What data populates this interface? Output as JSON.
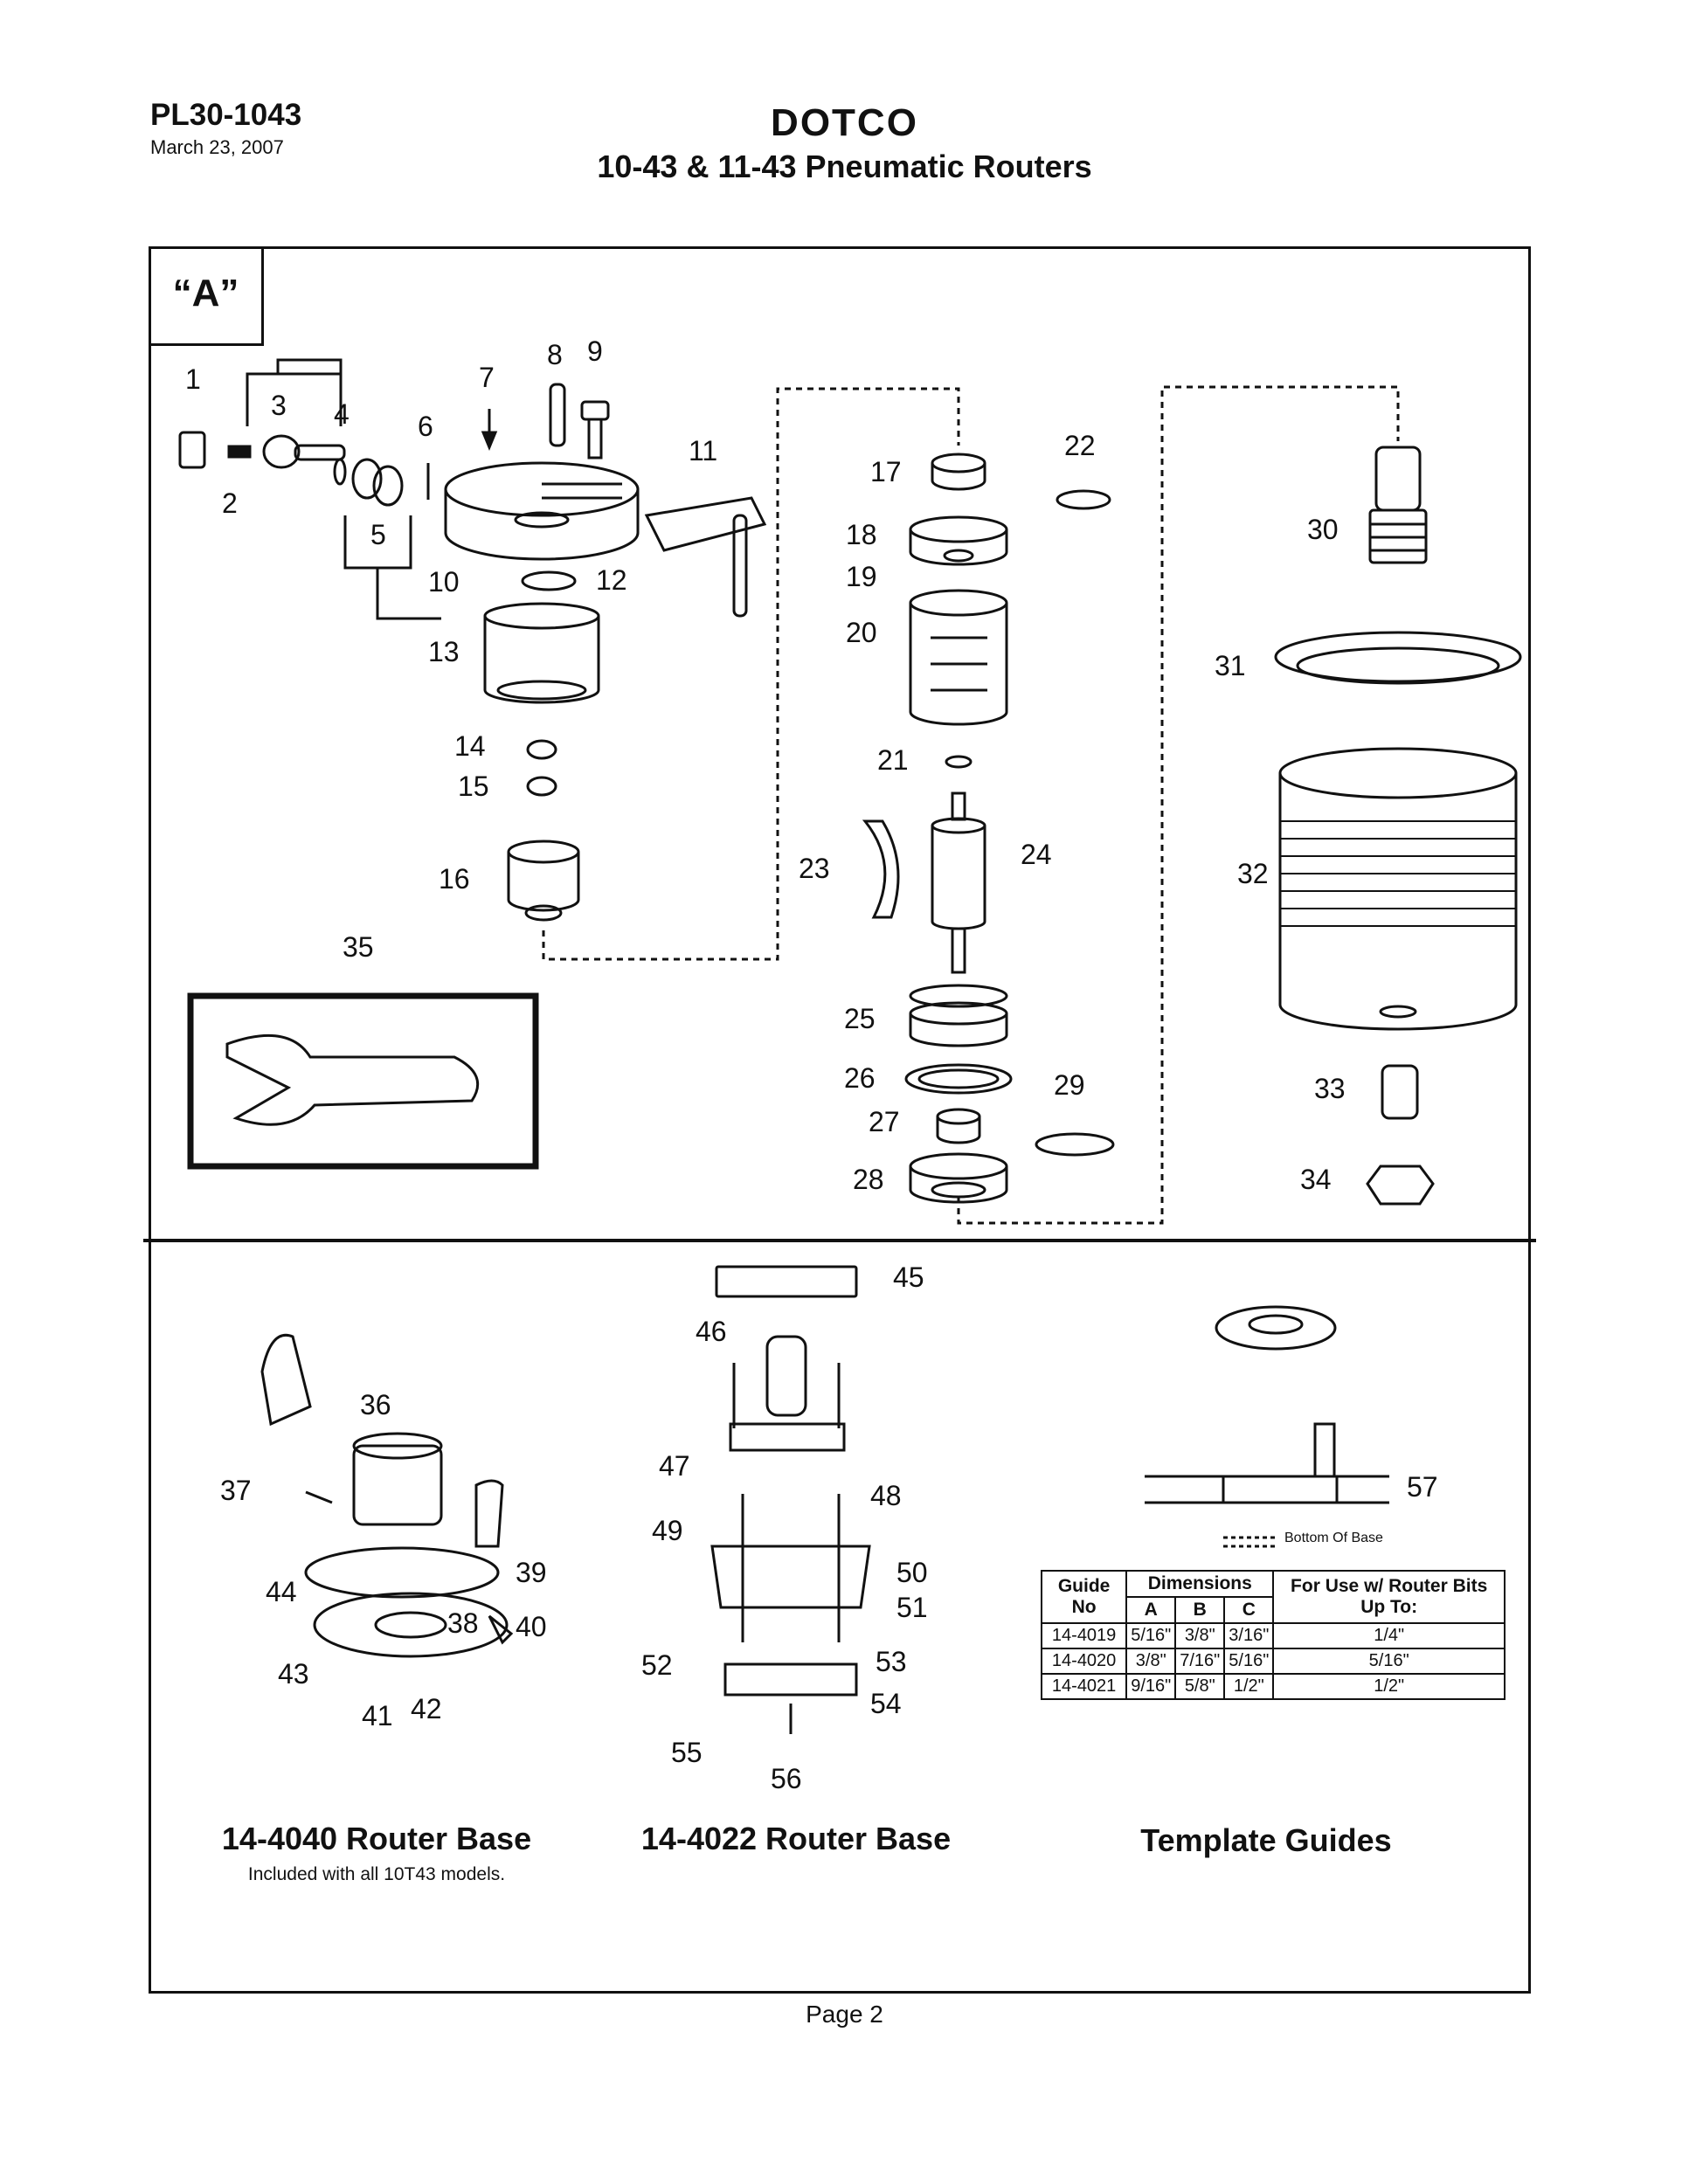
{
  "header": {
    "doc_number": "PL30-1043",
    "date": "March 23, 2007",
    "brand": "DOTCO",
    "title": "10-43 & 11-43 Pneumatic Routers"
  },
  "section_tag": "“A”",
  "part_numbers": [
    "1",
    "2",
    "3",
    "4",
    "5",
    "6",
    "7",
    "8",
    "9",
    "10",
    "11",
    "12",
    "13",
    "14",
    "15",
    "16",
    "17",
    "18",
    "19",
    "20",
    "21",
    "22",
    "23",
    "24",
    "25",
    "26",
    "27",
    "28",
    "29",
    "30",
    "31",
    "32",
    "33",
    "34",
    "35",
    "36",
    "37",
    "38",
    "39",
    "40",
    "41",
    "42",
    "43",
    "44",
    "45",
    "46",
    "47",
    "48",
    "49",
    "50",
    "51",
    "52",
    "53",
    "54",
    "55",
    "56",
    "57"
  ],
  "captions": {
    "router_base_a": "14-4040 Router Base",
    "router_base_a_note": "Included with all 10T43 models.",
    "router_base_b": "14-4022 Router Base",
    "template_guides": "Template Guides",
    "bottom_of_base": "Bottom Of Base"
  },
  "guide_table": {
    "headers": {
      "guide_no": "Guide No",
      "dimensions": "Dimensions",
      "a": "A",
      "b": "B",
      "c": "C",
      "for_use": "For Use w/ Router Bits Up To:"
    },
    "rows": [
      {
        "guide": "14-4019",
        "a": "5/16\"",
        "b": "3/8\"",
        "c": "3/16\"",
        "bits": "1/4\""
      },
      {
        "guide": "14-4020",
        "a": "3/8\"",
        "b": "7/16\"",
        "c": "5/16\"",
        "bits": "5/16\""
      },
      {
        "guide": "14-4021",
        "a": "9/16\"",
        "b": "5/8\"",
        "c": "1/2\"",
        "bits": "1/2\""
      }
    ]
  },
  "footer": {
    "page": "Page 2"
  }
}
